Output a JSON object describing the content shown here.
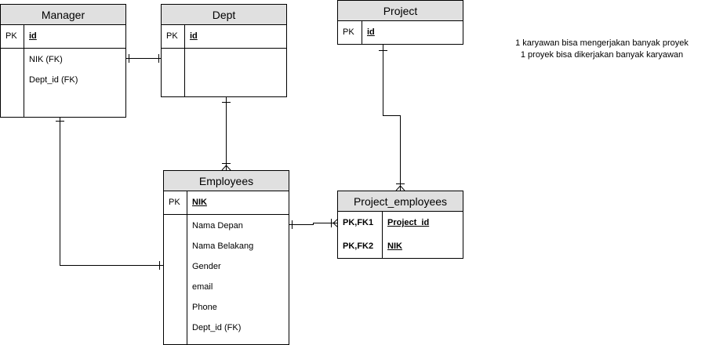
{
  "entities": {
    "manager": {
      "title": "Manager",
      "pk_label": "PK",
      "pk_field": "id",
      "fields": [
        "NIK (FK)",
        "Dept_id (FK)"
      ]
    },
    "dept": {
      "title": "Dept",
      "pk_label": "PK",
      "pk_field": "id"
    },
    "project": {
      "title": "Project",
      "pk_label": "PK",
      "pk_field": "id"
    },
    "employees": {
      "title": "Employees",
      "pk_label": "PK",
      "pk_field": "NIK",
      "fields": [
        "Nama Depan",
        "Nama Belakang",
        "Gender",
        "email",
        "Phone",
        "Dept_id (FK)"
      ]
    },
    "project_employees": {
      "title": "Project_employees",
      "keys": [
        {
          "label": "PK,FK1",
          "field": "Project_id"
        },
        {
          "label": "PK,FK2",
          "field": "NIK"
        }
      ]
    }
  },
  "notes": [
    "1 karyawan bisa mengerjakan banyak proyek",
    "1 proyek bisa dikerjakan banyak karyawan"
  ]
}
